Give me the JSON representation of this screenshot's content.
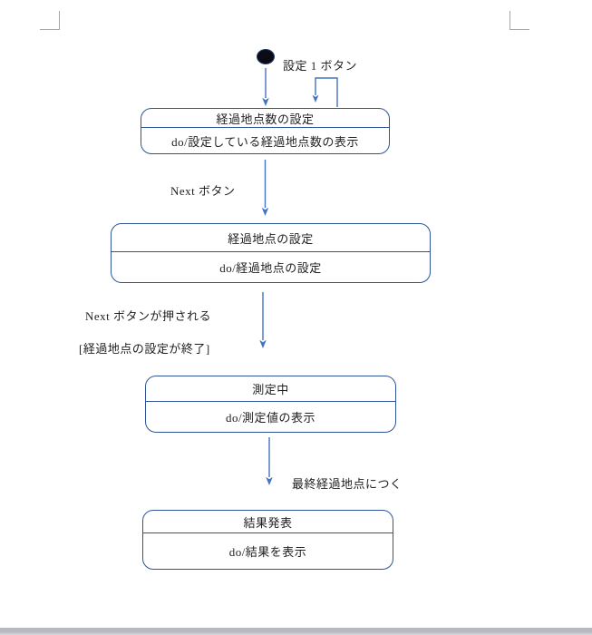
{
  "colors": {
    "state_border": "#2f5597",
    "arrow": "#4472c4",
    "text": "#1f1f1f",
    "crop_mark": "#a6a6a6",
    "page_bg": "#ffffff",
    "bottom_edge": "#b6b9be",
    "bottom_edge_light": "#d8d9db"
  },
  "diagram": {
    "initial_label": "設定 1 ボタン",
    "states": [
      {
        "title": "経過地点数の設定",
        "activity": "do/設定している経過地点数の表示"
      },
      {
        "title": "経過地点の設定",
        "activity": "do/経過地点の設定"
      },
      {
        "title": "測定中",
        "activity": "do/測定値の表示"
      },
      {
        "title": "結果発表",
        "activity": "do/結果を表示"
      }
    ],
    "labels": {
      "next_button": "Next ボタン",
      "next_pressed": "Next ボタンが押される",
      "guard_done": "[経過地点の設定が終了]",
      "final_point": "最終経過地点につく"
    }
  }
}
